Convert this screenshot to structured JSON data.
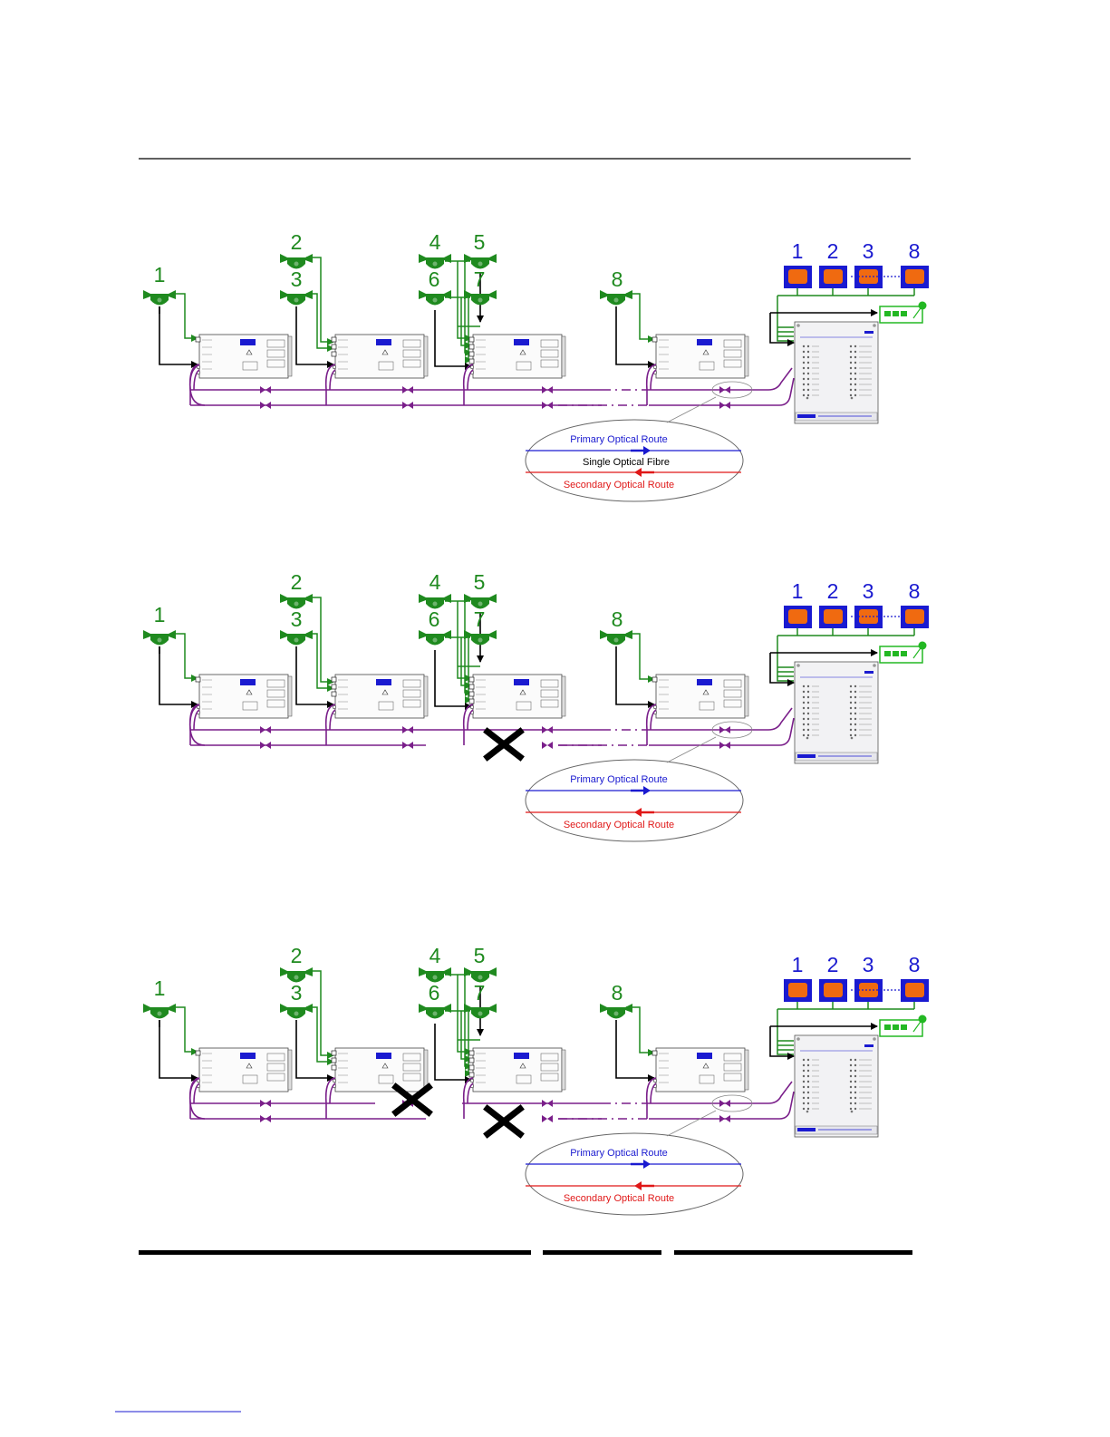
{
  "colors": {
    "camera": "#1f8a1f",
    "fibre": "#7a1f8a",
    "primary": "#1a1ad0",
    "secondary": "#e01818",
    "monitor_fill": "#f06a10",
    "monitor_frame": "#1a1ad0",
    "cross": "#000000"
  },
  "diagrams": [
    {
      "camera_labels": [
        "1",
        "2",
        "3",
        "4",
        "5",
        "6",
        "7",
        "8"
      ],
      "monitor_labels": [
        "1",
        "2",
        "3",
        "8"
      ],
      "legend": {
        "primary": "Primary Optical Route",
        "middle": "Single Optical Fibre",
        "secondary": "Secondary Optical Route"
      },
      "breaks": 0
    },
    {
      "camera_labels": [
        "1",
        "2",
        "3",
        "4",
        "5",
        "6",
        "7",
        "8"
      ],
      "monitor_labels": [
        "1",
        "2",
        "3",
        "8"
      ],
      "legend": {
        "primary": "Primary Optical Route",
        "middle": "",
        "secondary": "Secondary Optical Route"
      },
      "breaks": 1
    },
    {
      "camera_labels": [
        "1",
        "2",
        "3",
        "4",
        "5",
        "6",
        "7",
        "8"
      ],
      "monitor_labels": [
        "1",
        "2",
        "3",
        "8"
      ],
      "legend": {
        "primary": "Primary Optical Route",
        "middle": "",
        "secondary": "Secondary Optical Route"
      },
      "breaks": 2
    }
  ]
}
